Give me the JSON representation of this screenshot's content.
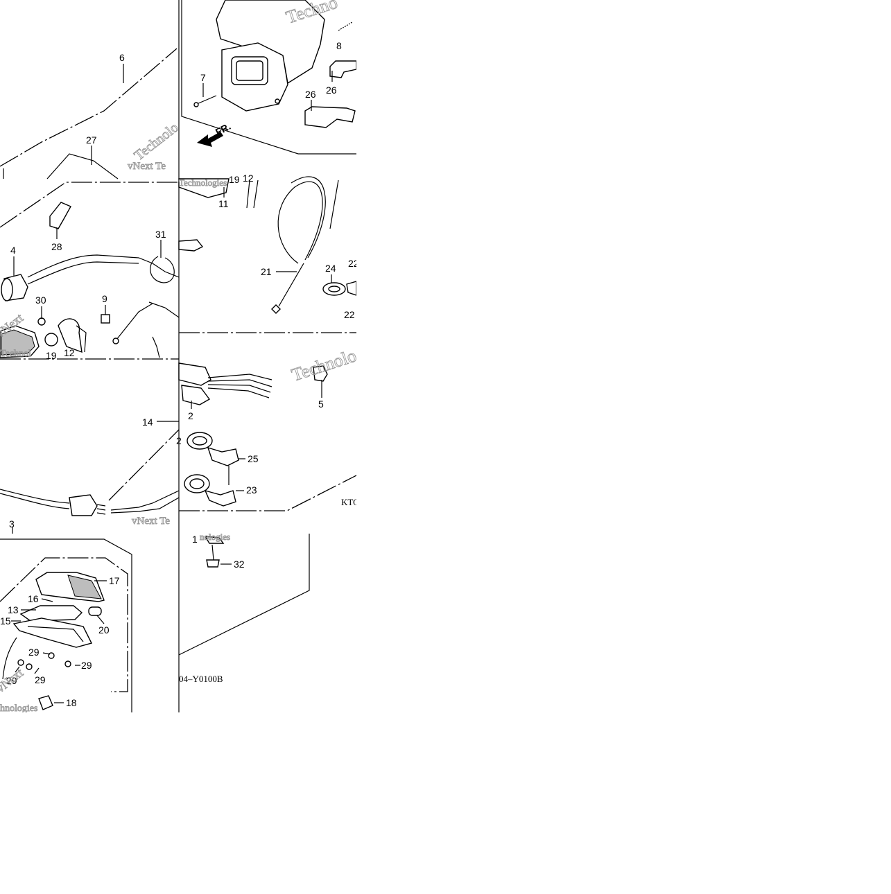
{
  "diagram": {
    "callouts": [
      {
        "id": "c6",
        "text": "6"
      },
      {
        "id": "c27",
        "text": "27"
      },
      {
        "id": "c7",
        "text": "7"
      },
      {
        "id": "c8",
        "text": "8"
      },
      {
        "id": "c26a",
        "text": "26"
      },
      {
        "id": "c26b",
        "text": "26"
      },
      {
        "id": "c11",
        "text": "11"
      },
      {
        "id": "c19a",
        "text": "19"
      },
      {
        "id": "c12a",
        "text": "12"
      },
      {
        "id": "c28",
        "text": "28"
      },
      {
        "id": "c4",
        "text": "4"
      },
      {
        "id": "c31",
        "text": "31"
      },
      {
        "id": "c30",
        "text": "30"
      },
      {
        "id": "c9",
        "text": "9"
      },
      {
        "id": "c19b",
        "text": "19"
      },
      {
        "id": "c12b",
        "text": "12"
      },
      {
        "id": "c21",
        "text": "21"
      },
      {
        "id": "c24",
        "text": "24"
      },
      {
        "id": "c22a",
        "text": "22"
      },
      {
        "id": "c22b",
        "text": "22"
      },
      {
        "id": "c2",
        "text": "2"
      },
      {
        "id": "c5",
        "text": "5"
      },
      {
        "id": "c14",
        "text": "14"
      },
      {
        "id": "c2b",
        "text": "2"
      },
      {
        "id": "c25",
        "text": "25"
      },
      {
        "id": "c23",
        "text": "23"
      },
      {
        "id": "c3",
        "text": "3"
      },
      {
        "id": "c1",
        "text": "1"
      },
      {
        "id": "c32",
        "text": "32"
      },
      {
        "id": "c17",
        "text": "17"
      },
      {
        "id": "c16",
        "text": "16"
      },
      {
        "id": "c13",
        "text": "13"
      },
      {
        "id": "c15",
        "text": "15"
      },
      {
        "id": "c20",
        "text": "20"
      },
      {
        "id": "c29a",
        "text": "29"
      },
      {
        "id": "c29b",
        "text": "29"
      },
      {
        "id": "c29c",
        "text": "29"
      },
      {
        "id": "c29d",
        "text": "29"
      },
      {
        "id": "c18",
        "text": "18"
      }
    ],
    "direction_label": "FR.",
    "codes": {
      "kt": "KTO",
      "drawing_number": "04–Y0100B"
    },
    "watermarks": [
      {
        "id": "w1",
        "text": "Techno"
      },
      {
        "id": "w2",
        "text": "vNext Te"
      },
      {
        "id": "w3",
        "text": "Technolo"
      },
      {
        "id": "w4",
        "text": "vNext Te"
      },
      {
        "id": "w5",
        "text": "Technologies"
      },
      {
        "id": "w6",
        "text": "Technolog"
      },
      {
        "id": "w7",
        "text": "vNext"
      },
      {
        "id": "w8",
        "text": "Technol"
      },
      {
        "id": "w9",
        "text": "vNext"
      },
      {
        "id": "w10",
        "text": "hnologies"
      },
      {
        "id": "w11",
        "text": "nologies"
      }
    ],
    "colors": {
      "ink": "#000000",
      "watermark": "#9a9a9a",
      "background": "#ffffff"
    }
  }
}
